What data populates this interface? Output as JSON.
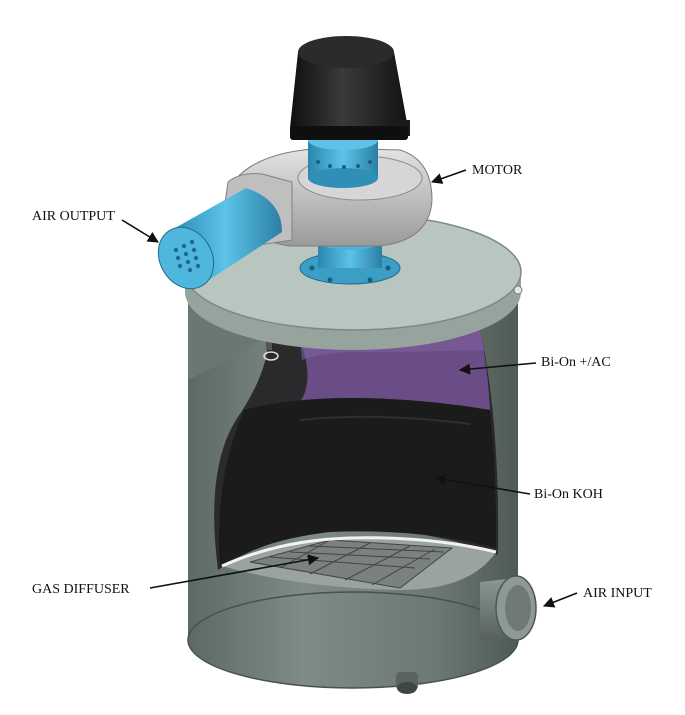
{
  "labels": {
    "motor": "MOTOR",
    "air_output": "AIR OUTPUT",
    "bi_on_ac": "Bi-On +/AC",
    "bi_on_koh": "Bi-On KOH",
    "gas_diffuser": "GAS DIFFUSER",
    "air_input": "AIR INPUT"
  },
  "colors": {
    "tank_body": "#6e7a74",
    "tank_lid": "#b9c6bf",
    "purple_media": "#6a4d86",
    "black_media": "#1b1b1c",
    "blower_housing": "#c8c8c8",
    "blue_parts": "#3fa6cf",
    "motor_cap": "#1e1e20"
  }
}
